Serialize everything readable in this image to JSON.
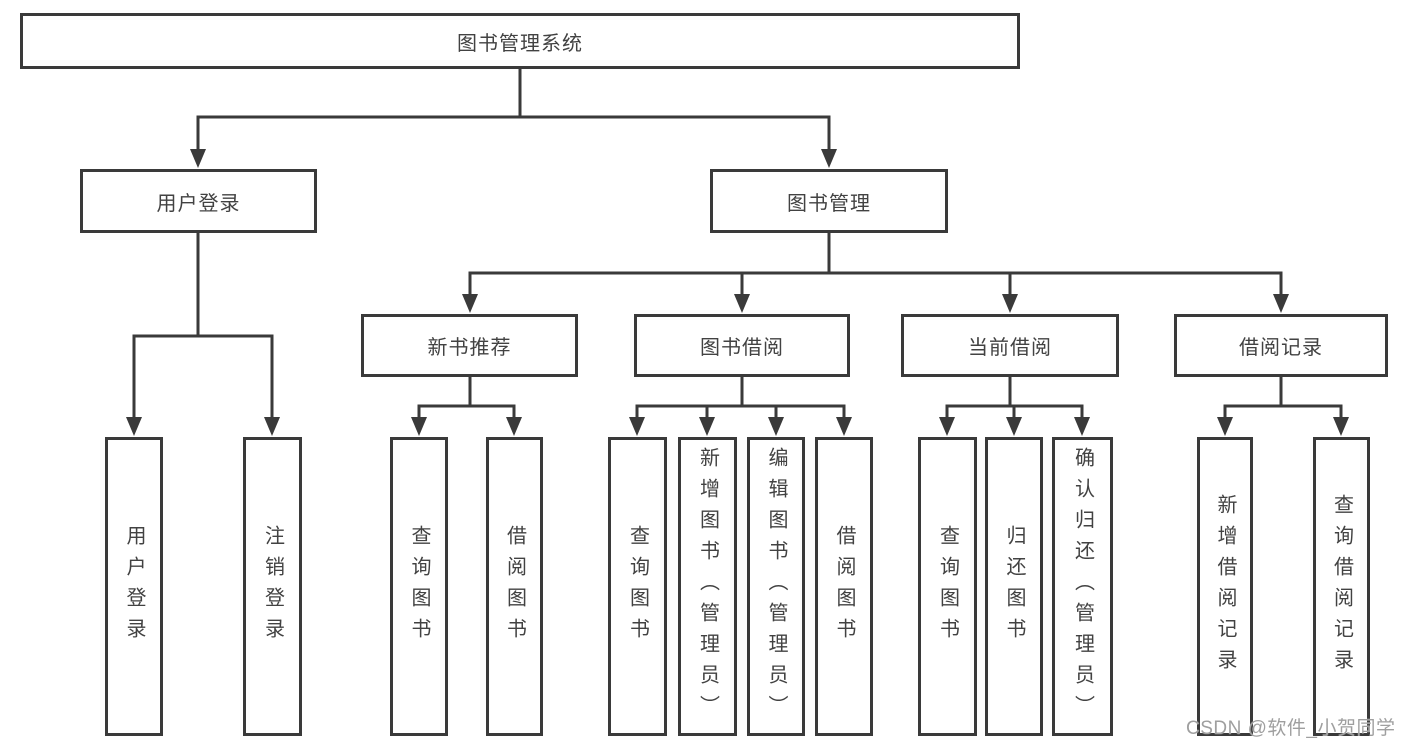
{
  "diagram": {
    "root_label": "图书管理系统",
    "user_login": {
      "label": "用户登录",
      "children": [
        "用户登录",
        "注销登录"
      ]
    },
    "book_mgmt": {
      "label": "图书管理",
      "sections": [
        {
          "label": "新书推荐",
          "children": [
            "查询图书",
            "借阅图书"
          ]
        },
        {
          "label": "图书借阅",
          "children": [
            "查询图书",
            "新增图书（管理员）",
            "编辑图书（管理员）",
            "借阅图书"
          ]
        },
        {
          "label": "当前借阅",
          "children": [
            "查询图书",
            "归还图书",
            "确认归还（管理员）"
          ]
        },
        {
          "label": "借阅记录",
          "children": [
            "新增借阅记录",
            "查询借阅记录"
          ]
        }
      ]
    }
  },
  "watermark": {
    "text": "CSDN @软件_小贺同学"
  },
  "colors": {
    "line": "#3a3a3a",
    "text": "#424242",
    "watermark": "#9f9f9f",
    "background": "#ffffff"
  }
}
